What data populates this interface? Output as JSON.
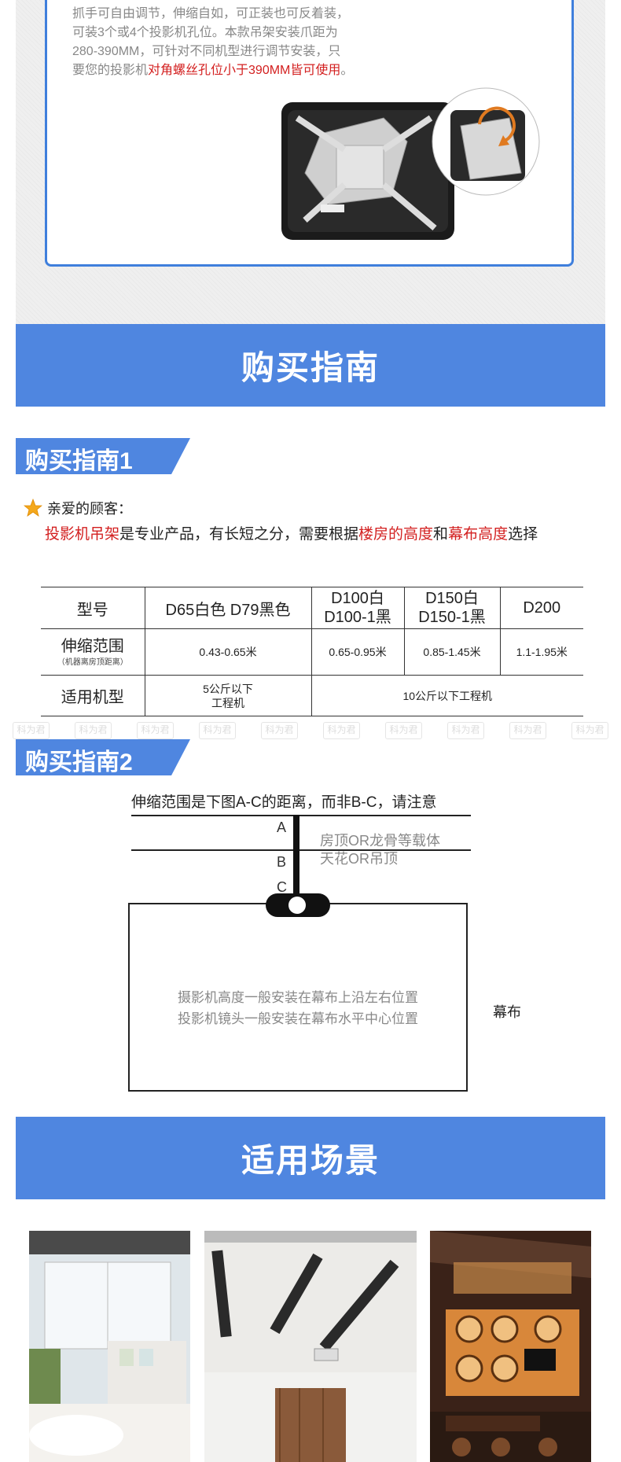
{
  "intro": {
    "lines": [
      "抓手可自由调节，伸缩自如，可正装也可反着装，",
      "可装3个或4个投影机孔位。本款吊架安装爪距为",
      "280-390MM，可针对不同机型进行调节安装，只"
    ],
    "last_prefix": "要您的投影机",
    "last_highlight": "对角螺丝孔位小于390MM皆可使用",
    "last_suffix": "。"
  },
  "banners": {
    "buy_guide": "购买指南",
    "scenes": "适用场景"
  },
  "guide1": {
    "tag": "购买指南1",
    "greeting": "亲爱的顾客：",
    "p_red1": "投影机吊架",
    "p_text1": "是专业产品，有长短之分，需要根据",
    "p_red2": "楼房的高度",
    "p_text2": "和",
    "p_red3": "幕布高度",
    "p_text3": "选择"
  },
  "spec_table": {
    "row_model": {
      "label": "型号",
      "c1": "D65白色  D79黑色",
      "c2a": "D100白",
      "c2b": "D100-1黑",
      "c3a": "D150白",
      "c3b": "D150-1黑",
      "c4": "D200"
    },
    "row_range": {
      "label": "伸缩范围",
      "sub": "（机器离房顶距离）",
      "c1": "0.43-0.65米",
      "c2": "0.65-0.95米",
      "c3": "0.85-1.45米",
      "c4": "1.1-1.95米"
    },
    "row_fit": {
      "label": "适用机型",
      "c1a": "5公斤以下",
      "c1b": "工程机",
      "c2": "10公斤以下工程机"
    }
  },
  "watermark": "科为君",
  "guide2": {
    "tag": "购买指南2",
    "note": "伸缩范围是下图A-C的距离，而非B-C，请注意",
    "a": "A",
    "b": "B",
    "c": "C",
    "label_a": "房顶OR龙骨等载体",
    "label_b": "天花OR吊顶",
    "screen_line1": "摄影机高度一般安装在幕布上沿左右位置",
    "screen_line2": "投影机镜头一般安装在幕布水平中心位置",
    "screen_label": "幕布"
  },
  "colors": {
    "accent": "#4f86e0",
    "highlight": "#d32020"
  }
}
